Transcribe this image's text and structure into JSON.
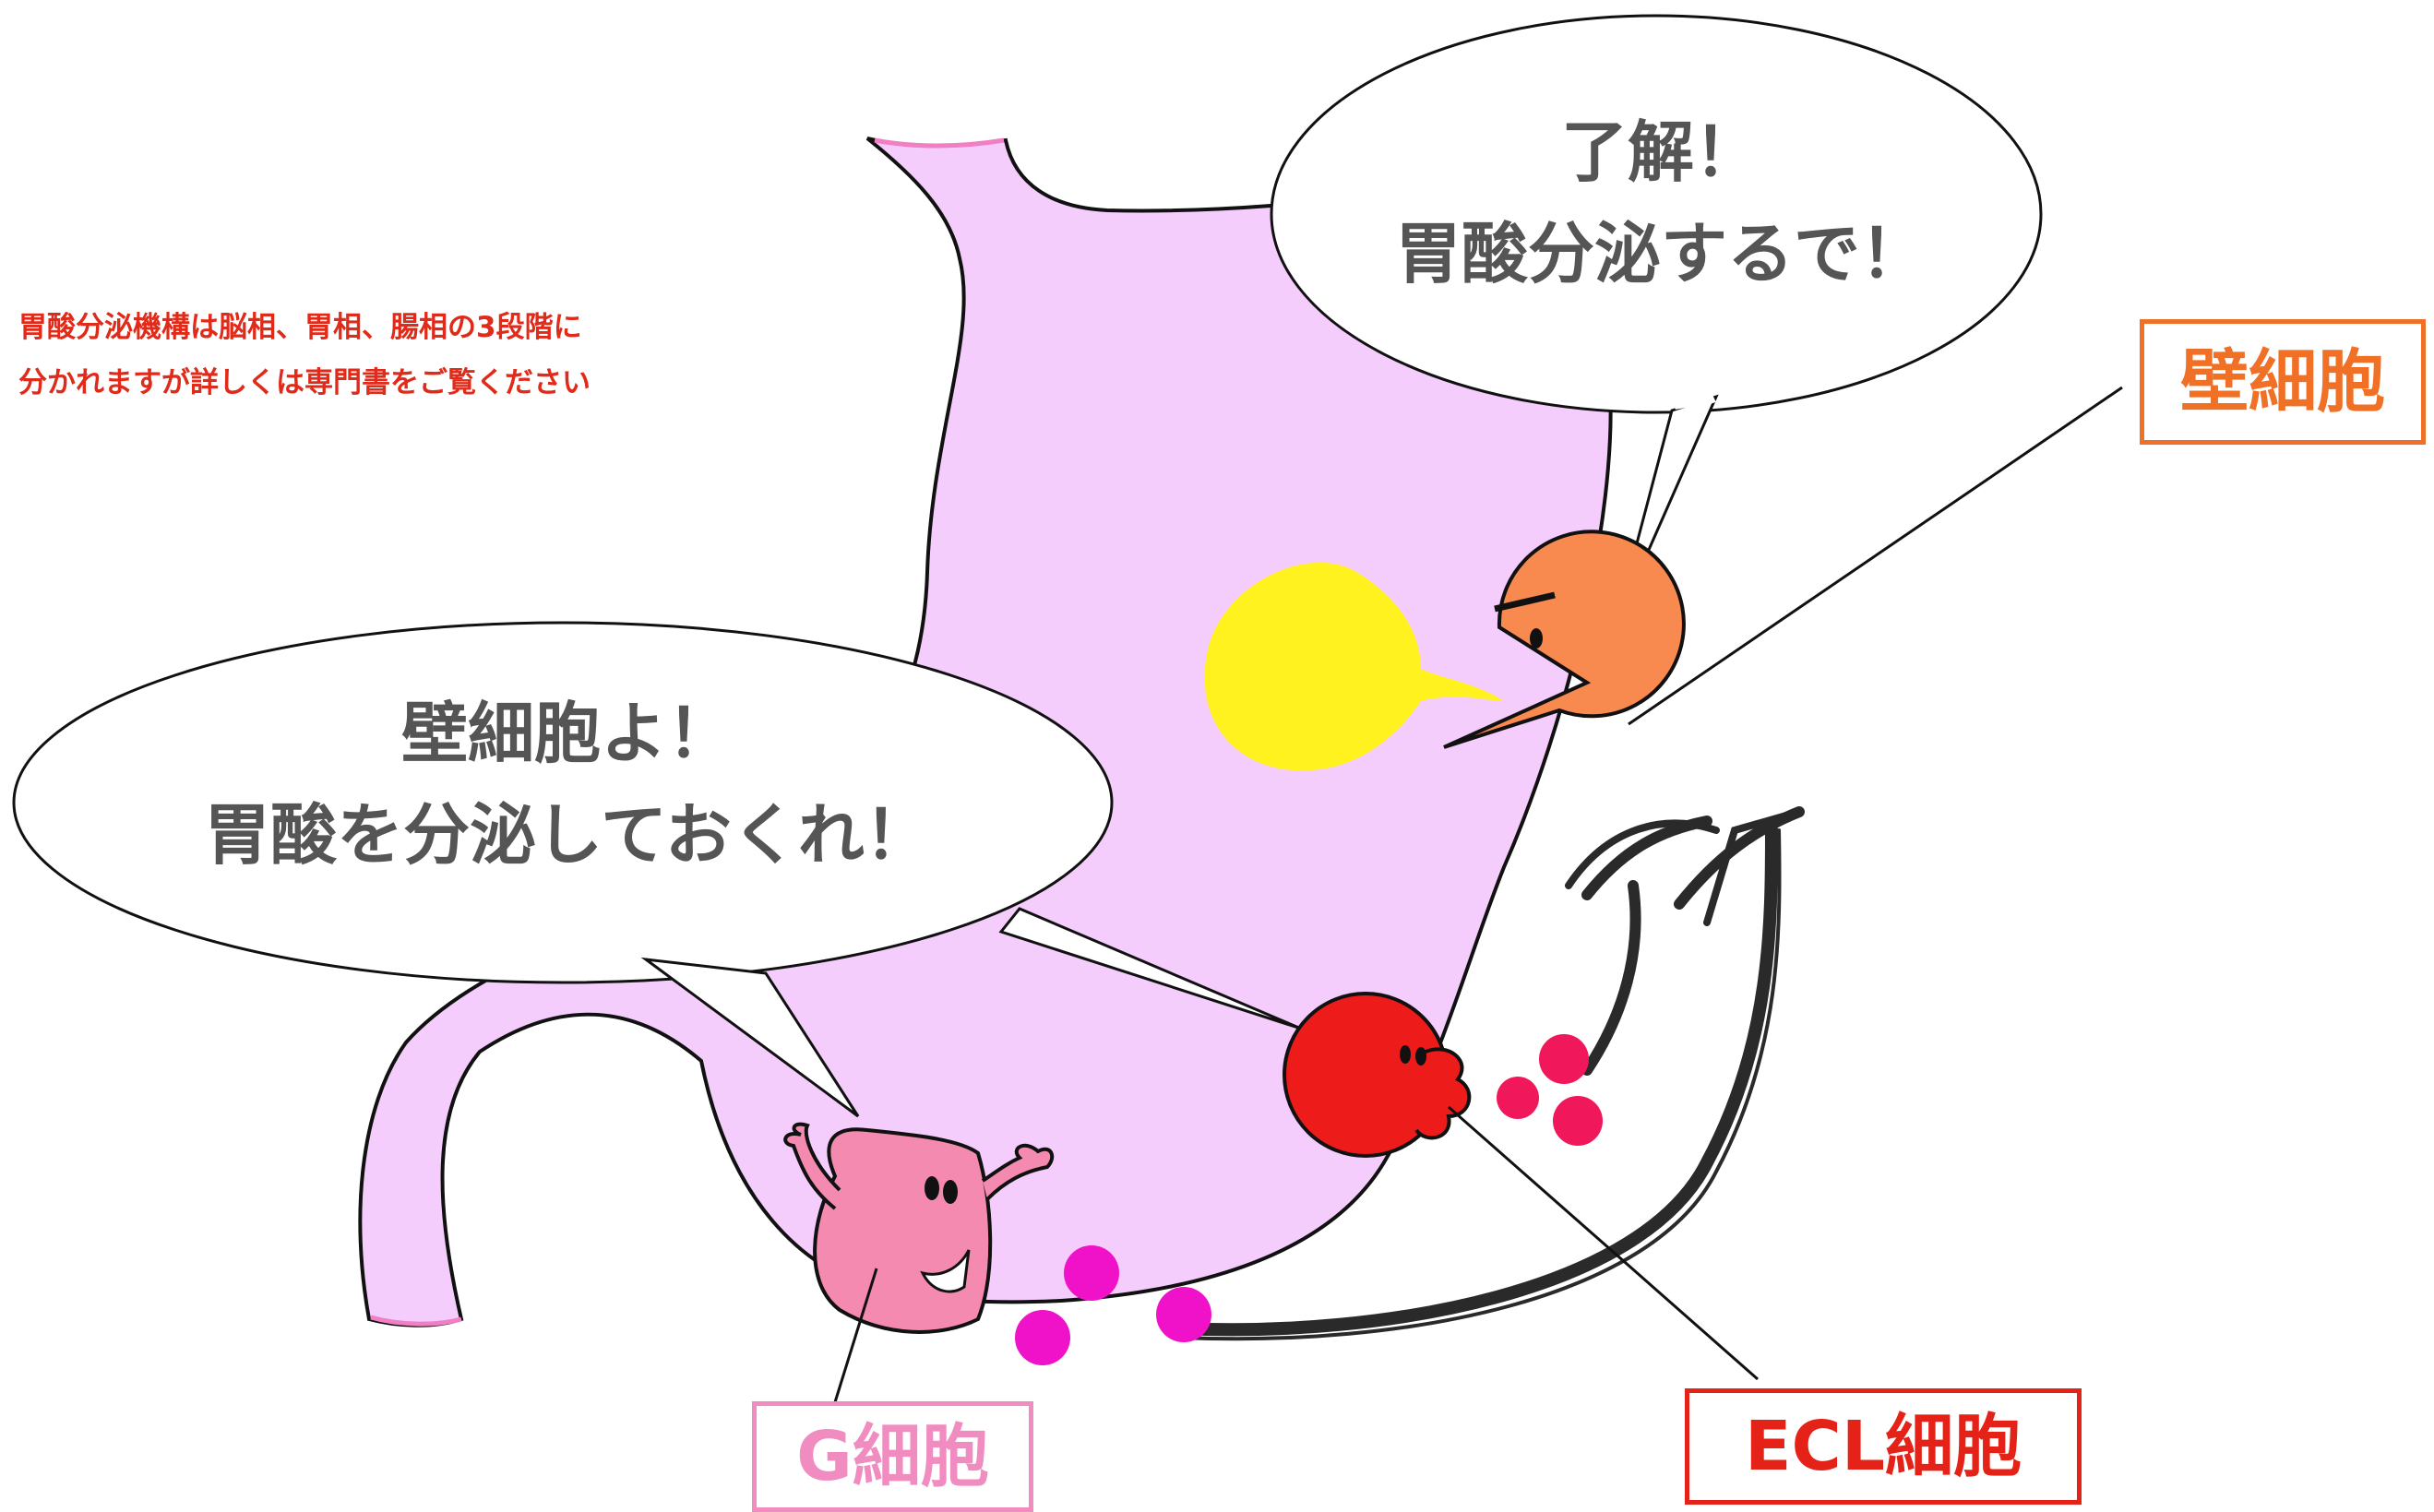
{
  "note": {
    "line1": "胃酸分泌機構は脳相、胃相、腸相の3段階に",
    "line2": "分かれますが詳しくは専門書をご覧ください"
  },
  "bubble_parietal": {
    "line1": "了解！",
    "line2": "胃酸分泌するで！"
  },
  "bubble_g_cell": {
    "line1": "壁細胞よ！",
    "line2": "胃酸を分泌しておくれ！"
  },
  "labels": {
    "parietal_cell": "壁細胞",
    "ecl_cell": "ECL細胞",
    "g_cell": "G細胞"
  },
  "colors": {
    "stomach": "#f4cdfc",
    "parietal_cell": "#f8894f",
    "ecl_cell": "#ee1b1b",
    "g_cell": "#f48ab0",
    "acid": "#fff21f",
    "histamine_dots": "#f0185a",
    "gastrin_dots": "#f012c8",
    "note_text": "#e02a1a"
  }
}
